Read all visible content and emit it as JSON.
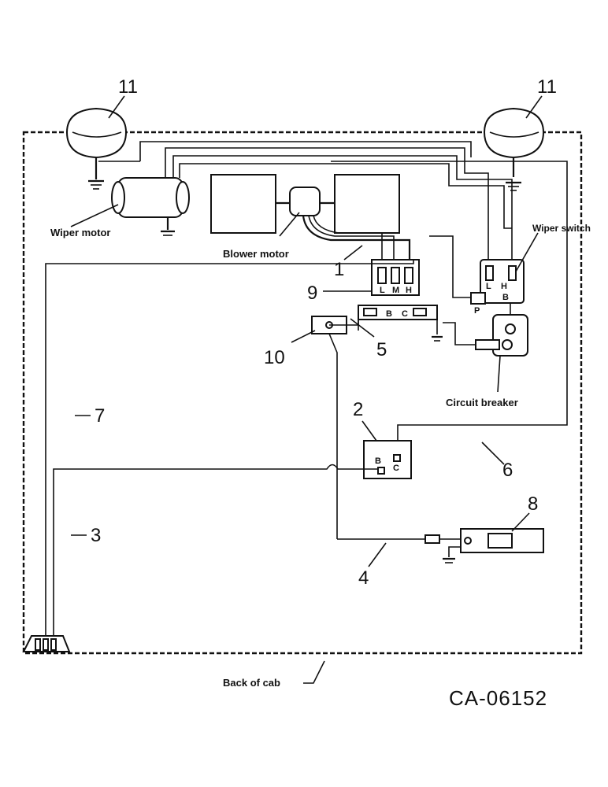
{
  "labels": {
    "wiper_motor": "Wiper motor",
    "blower_motor": "Blower motor",
    "wiper_switch": "Wiper switch",
    "circuit_breaker": "Circuit breaker",
    "back_of_cab": "Back of cab",
    "drawing_code": "CA-06152"
  },
  "callouts": {
    "c1": "1",
    "c2": "2",
    "c3": "3",
    "c4": "4",
    "c5": "5",
    "c6": "6",
    "c7": "7",
    "c8": "8",
    "c9": "9",
    "c10": "10",
    "c11_left": "11",
    "c11_right": "11"
  },
  "terminals": {
    "blower_l": "L",
    "blower_m": "M",
    "blower_h": "H",
    "blower_b": "B",
    "blower_c": "C",
    "wiper_l": "L",
    "wiper_h": "H",
    "wiper_b": "B",
    "wiper_p": "P",
    "relay_b": "B",
    "relay_c": "C"
  }
}
